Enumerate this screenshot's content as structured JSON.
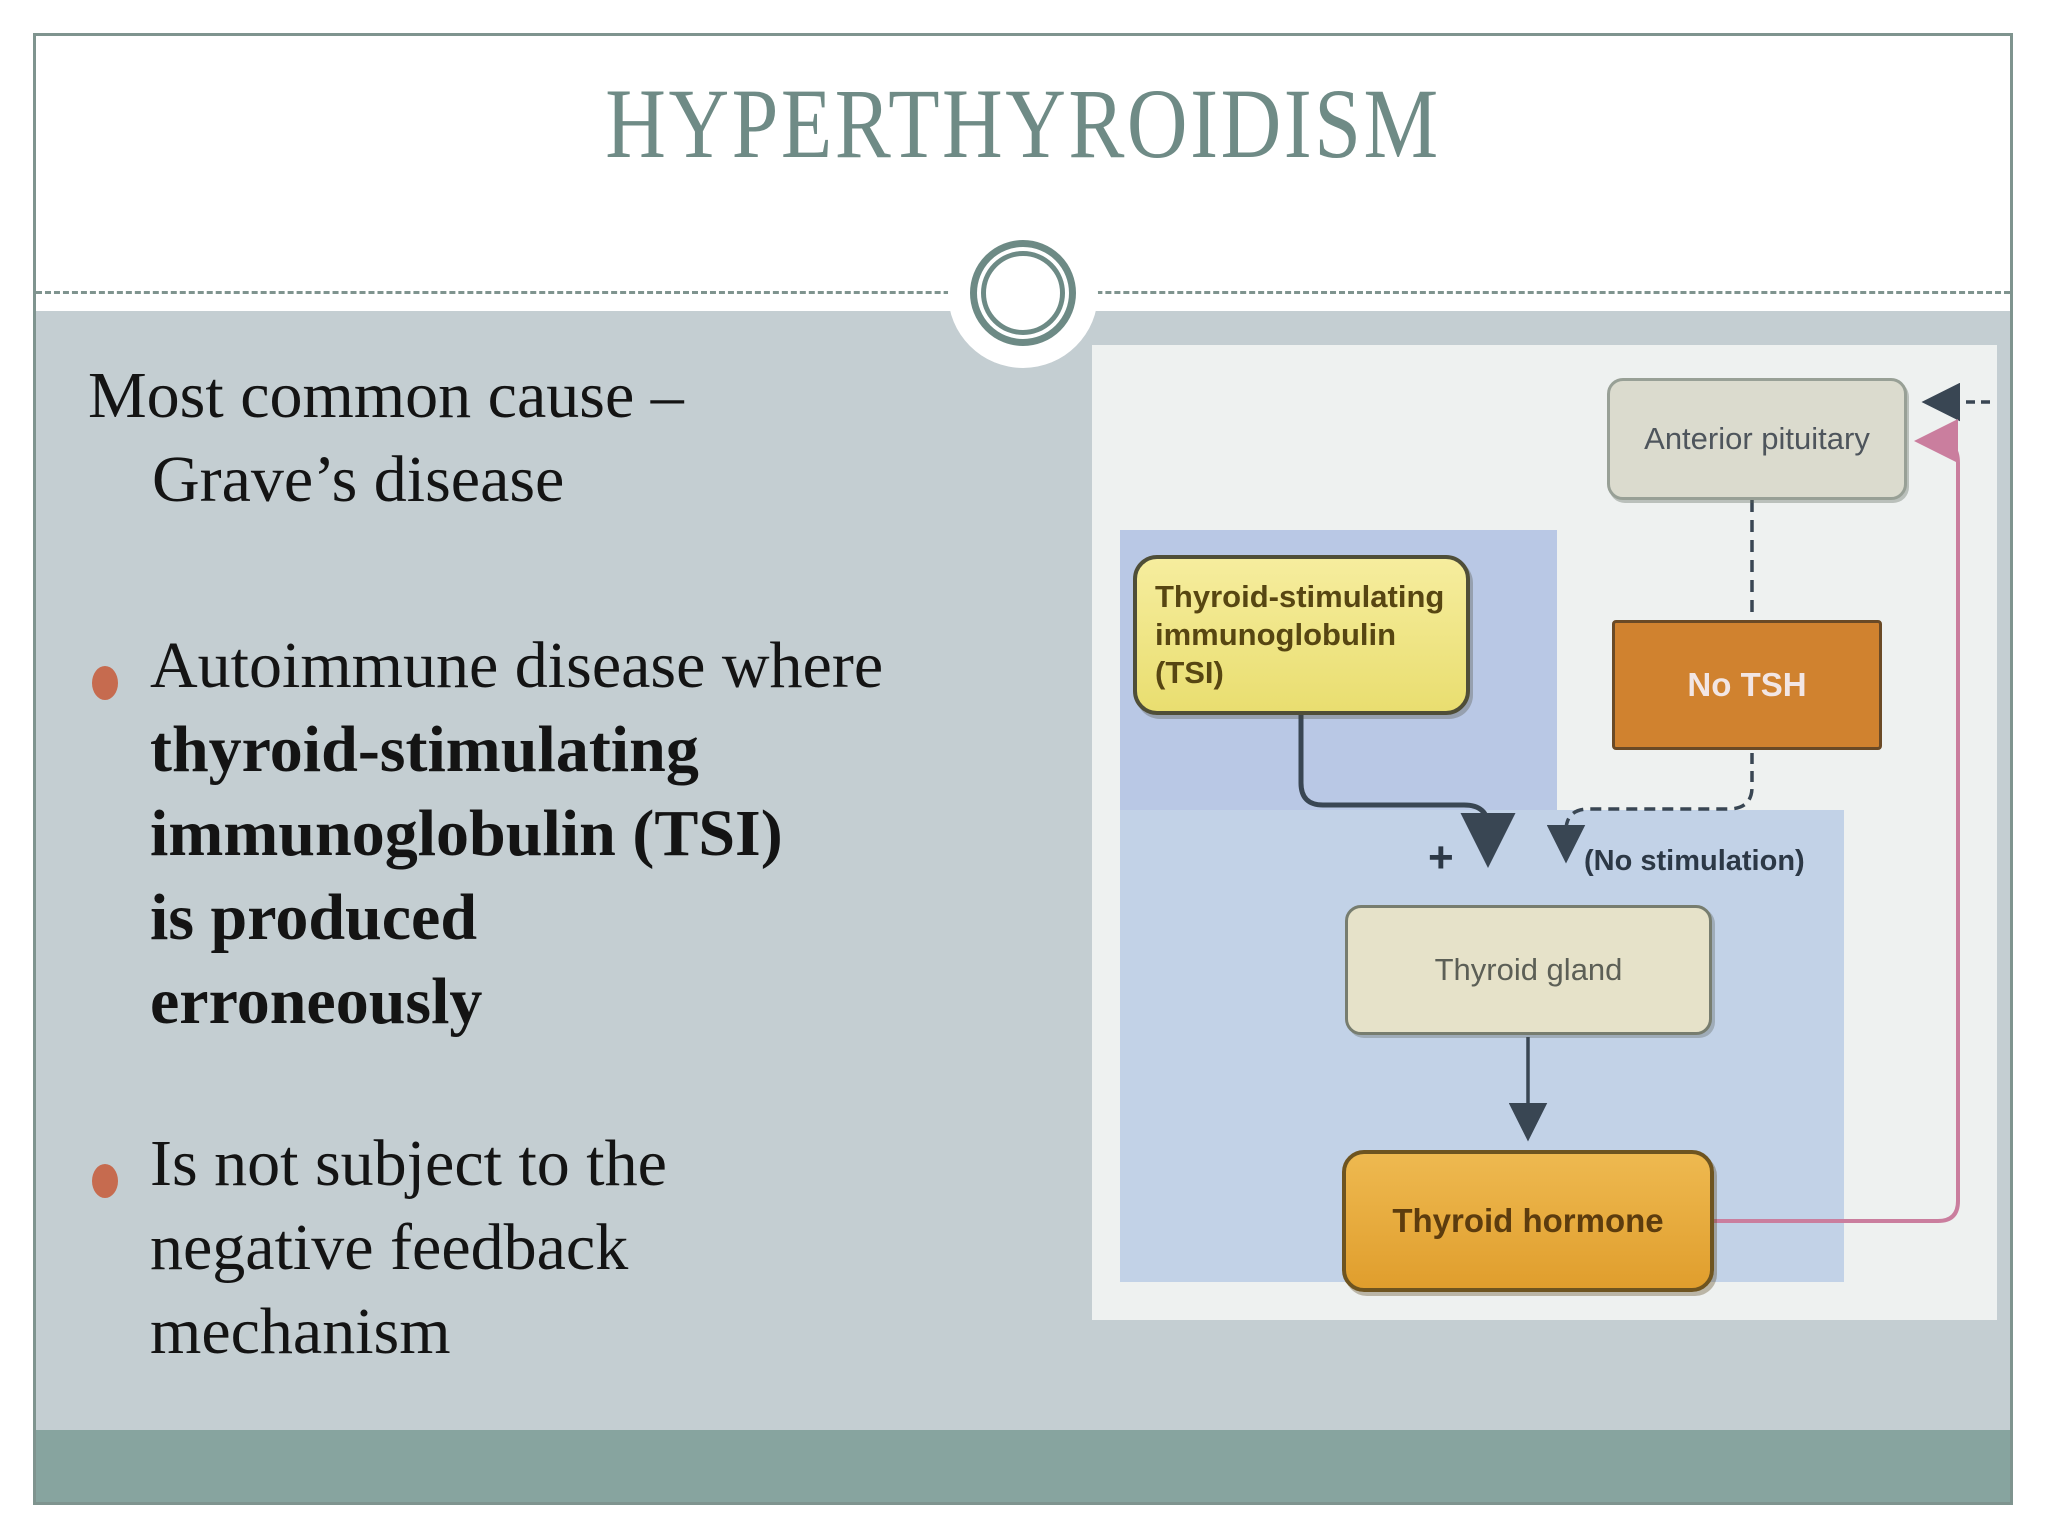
{
  "title": "HYPERTHYROIDISM",
  "intro": {
    "line1": "Most common cause –",
    "line2": "Grave’s disease"
  },
  "bullet1": {
    "line1": "Autoimmune disease where",
    "line2": "thyroid-stimulating",
    "line3": "immunoglobulin (TSI)",
    "line4": "is produced",
    "line5": "erroneously"
  },
  "bullet2": {
    "line1": "Is not subject to the",
    "line2": "negative feedback",
    "line3": "mechanism"
  },
  "diagram": {
    "anterior_pituitary": "Anterior pituitary",
    "tsi_line1": "Thyroid-stimulating",
    "tsi_line2": "immunoglobulin (TSI)",
    "no_tsh": "No TSH",
    "plus_label": "+",
    "no_stimulation_label": "(No stimulation)",
    "thyroid_gland": "Thyroid gland",
    "thyroid_hormone": "Thyroid hormone"
  },
  "colors": {
    "title_text": "#6f8b86",
    "frame_border": "#7f948f",
    "content_bg": "#c4ced2",
    "footer_bar": "#87a49f",
    "bullet_dot": "#c66b4f",
    "body_text": "#141414",
    "tsi_box_fill": "#f0e589",
    "no_tsh_fill": "#d0822f",
    "thyroid_hormone_fill": "#e6a93d",
    "beige_box_fill": "#dbdbce",
    "feedback_pink": "#ca7e9e",
    "connector_dark": "#394653",
    "diagram_panel_blue": "#bcc9e6"
  }
}
